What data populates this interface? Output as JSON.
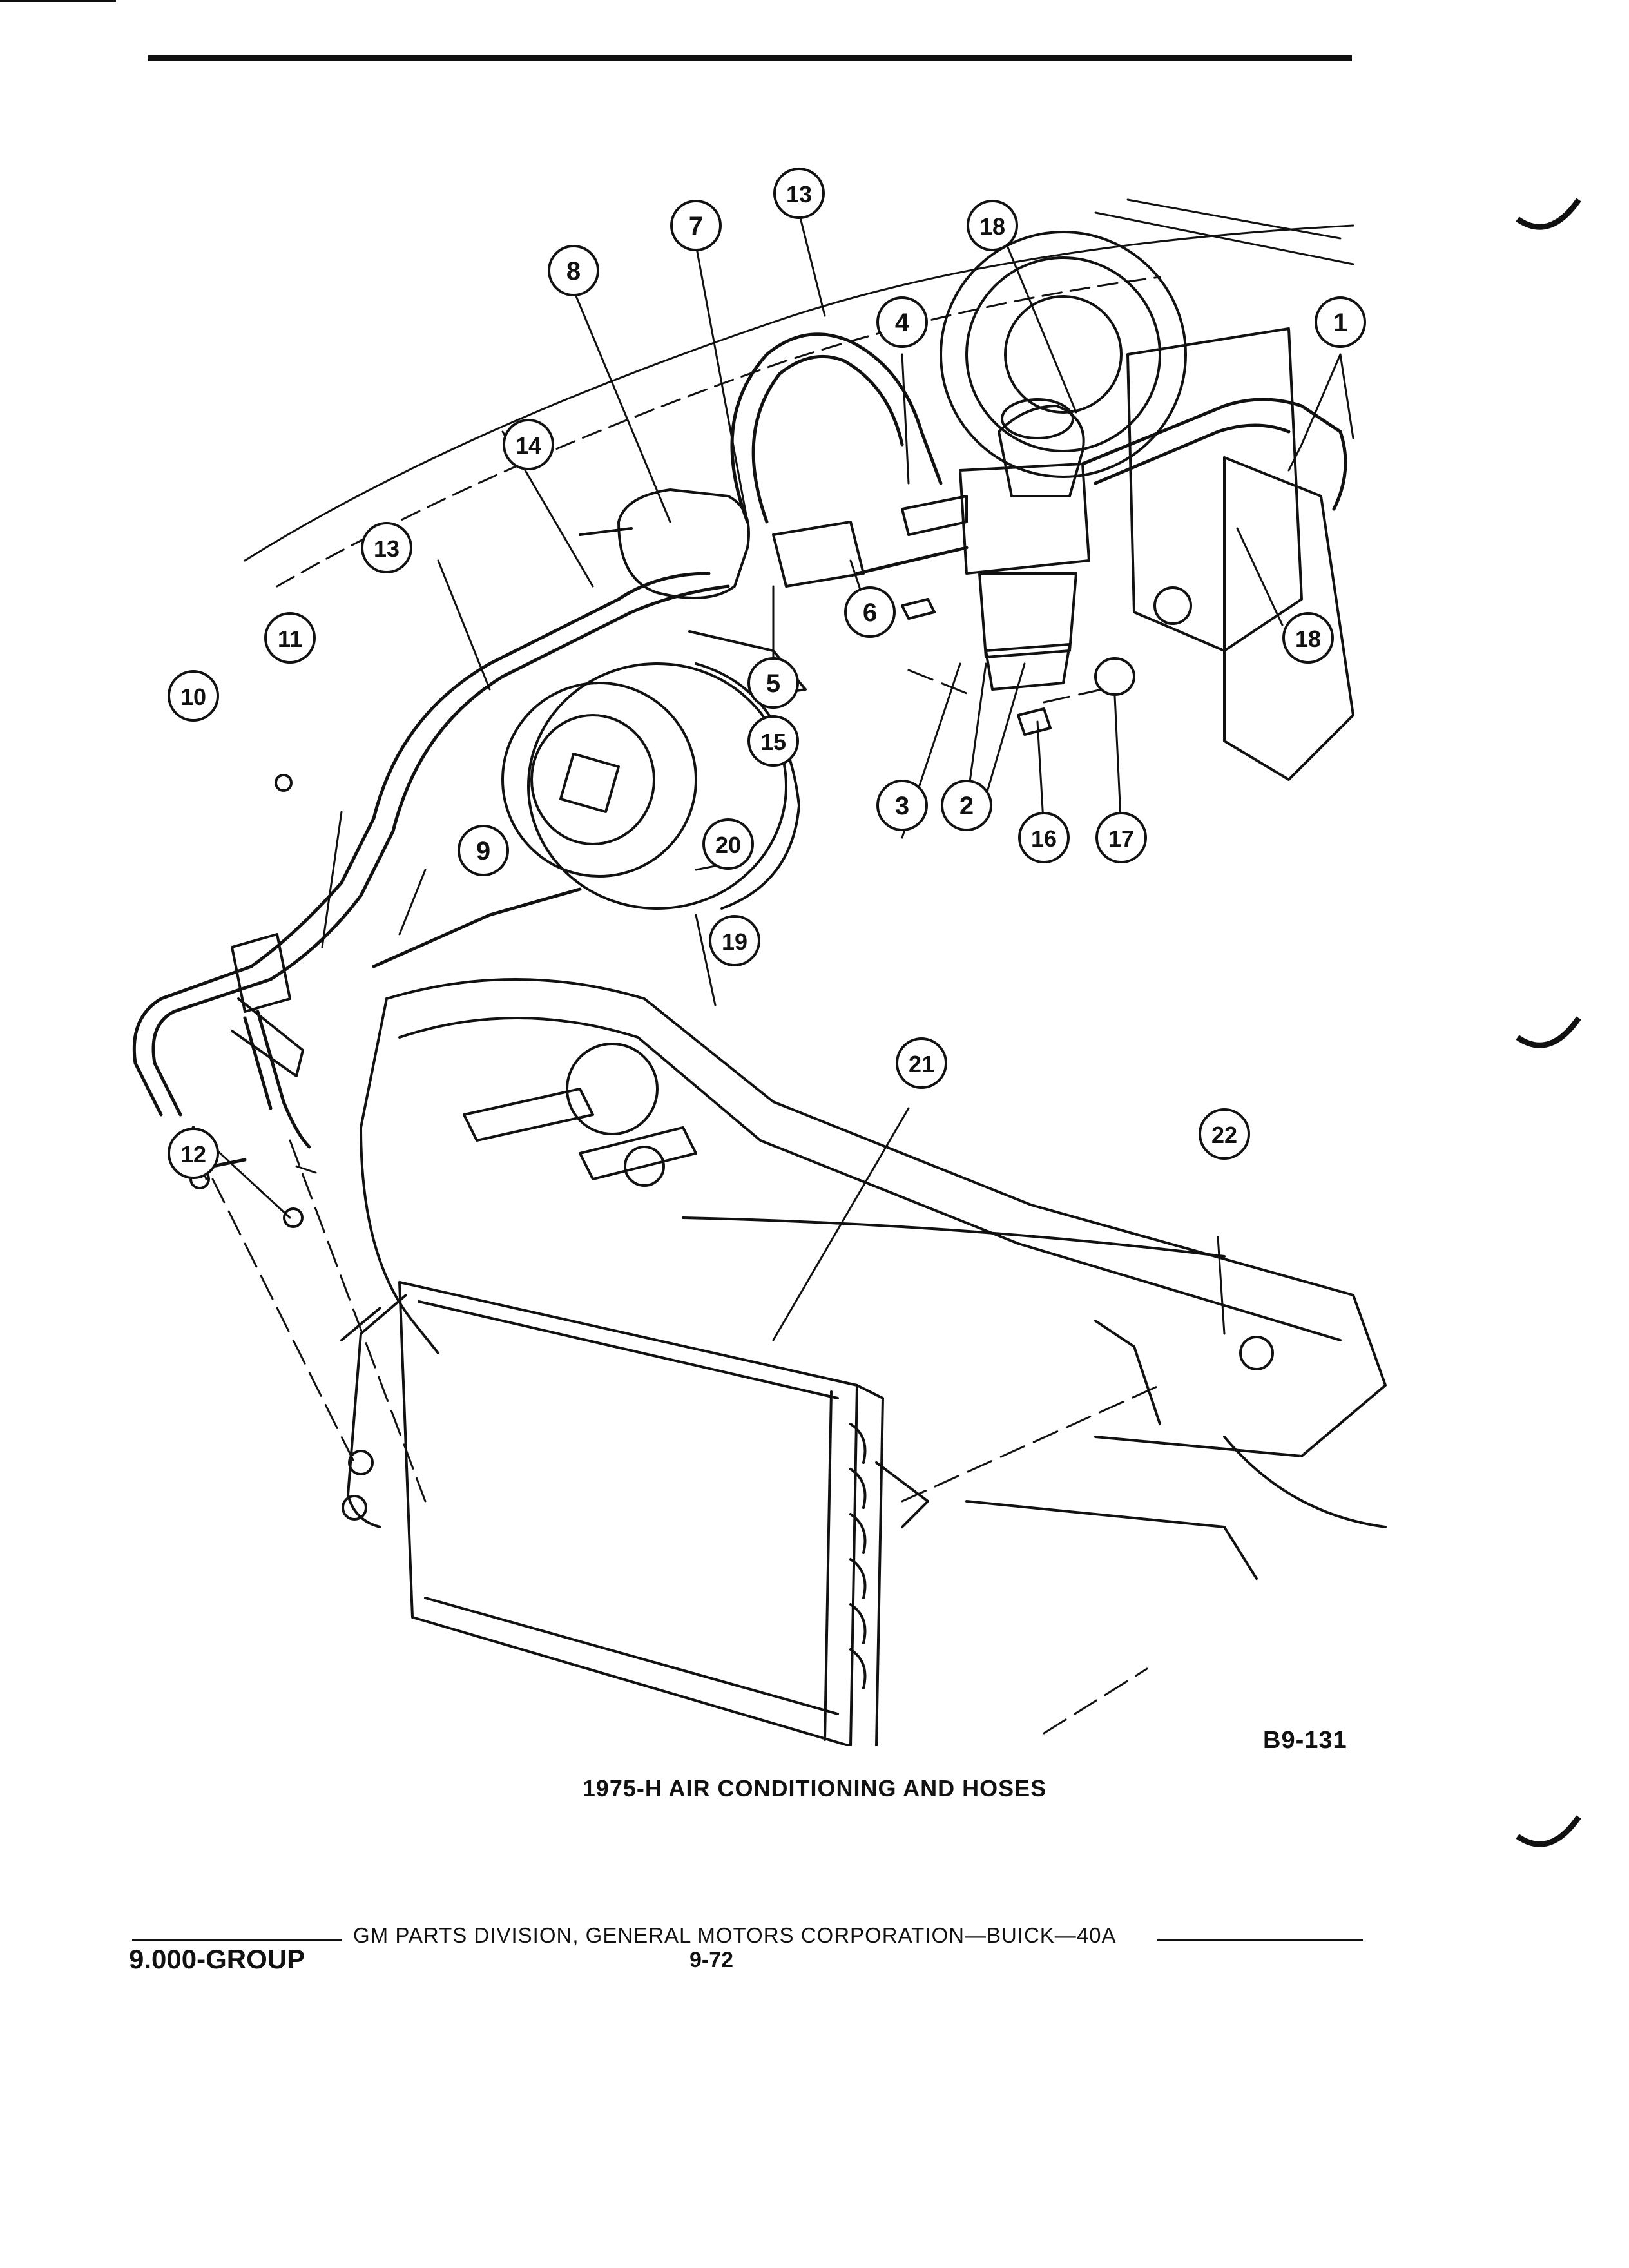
{
  "diagram": {
    "figure_id": "B9-131",
    "caption": "1975-H AIR CONDITIONING AND HOSES",
    "callouts": [
      "1",
      "2",
      "3",
      "4",
      "5",
      "6",
      "7",
      "8",
      "9",
      "10",
      "11",
      "12",
      "13",
      "13",
      "14",
      "15",
      "16",
      "17",
      "18",
      "18",
      "19",
      "20",
      "21",
      "22"
    ]
  },
  "footer": {
    "publisher": "GM PARTS DIVISION, GENERAL MOTORS CORPORATION—BUICK—40A",
    "group": "9.000-GROUP",
    "page": "9-72"
  }
}
